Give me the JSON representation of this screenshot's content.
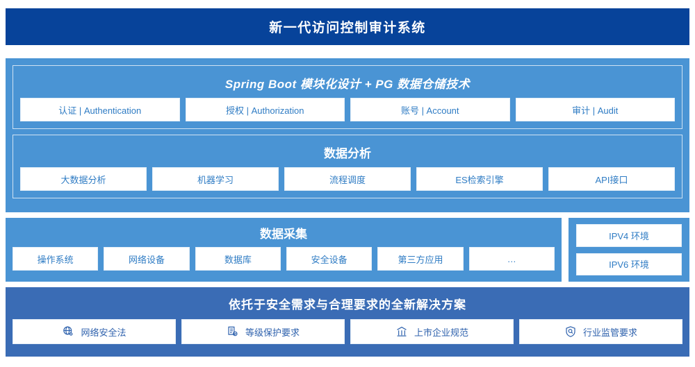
{
  "header": {
    "title": "新一代访问控制审计系统"
  },
  "colors": {
    "header_bg": "#07439A",
    "panel_blue": "#4A94D4",
    "panel_dark_blue": "#3A6CB5",
    "tile_bg": "#FFFFFF",
    "tile_text": "#2F7CC4",
    "solution_tile_text": "#2F62AD",
    "group_border": "#CFE2F3"
  },
  "sections": {
    "application": {
      "title": "Spring Boot 模块化设计 + PG 数据仓储技术",
      "tiles": [
        {
          "label": "认证 | Authentication"
        },
        {
          "label": "授权 | Authorization"
        },
        {
          "label": "账号 | Account"
        },
        {
          "label": "审计 | Audit"
        }
      ]
    },
    "analysis": {
      "title": "数据分析",
      "tiles": [
        {
          "label": "大数据分析"
        },
        {
          "label": "机器学习"
        },
        {
          "label": "流程调度"
        },
        {
          "label": "ES检索引擎"
        },
        {
          "label": "API接口"
        }
      ]
    },
    "collection": {
      "title": "数据采集",
      "tiles": [
        {
          "label": "操作系统"
        },
        {
          "label": "网络设备"
        },
        {
          "label": "数据库"
        },
        {
          "label": "安全设备"
        },
        {
          "label": "第三方应用"
        },
        {
          "label": "…"
        }
      ]
    },
    "environment": {
      "tiles": [
        {
          "label": "IPV4 环境"
        },
        {
          "label": "IPV6 环境"
        }
      ]
    },
    "solution": {
      "title": "依托于安全需求与合理要求的全新解决方案",
      "tiles": [
        {
          "label": "网络安全法",
          "icon": "globe-network-icon"
        },
        {
          "label": "等级保护要求",
          "icon": "document-check-icon"
        },
        {
          "label": "上市企业规范",
          "icon": "bank-building-icon"
        },
        {
          "label": "行业监管要求",
          "icon": "shield-search-icon"
        }
      ]
    }
  }
}
